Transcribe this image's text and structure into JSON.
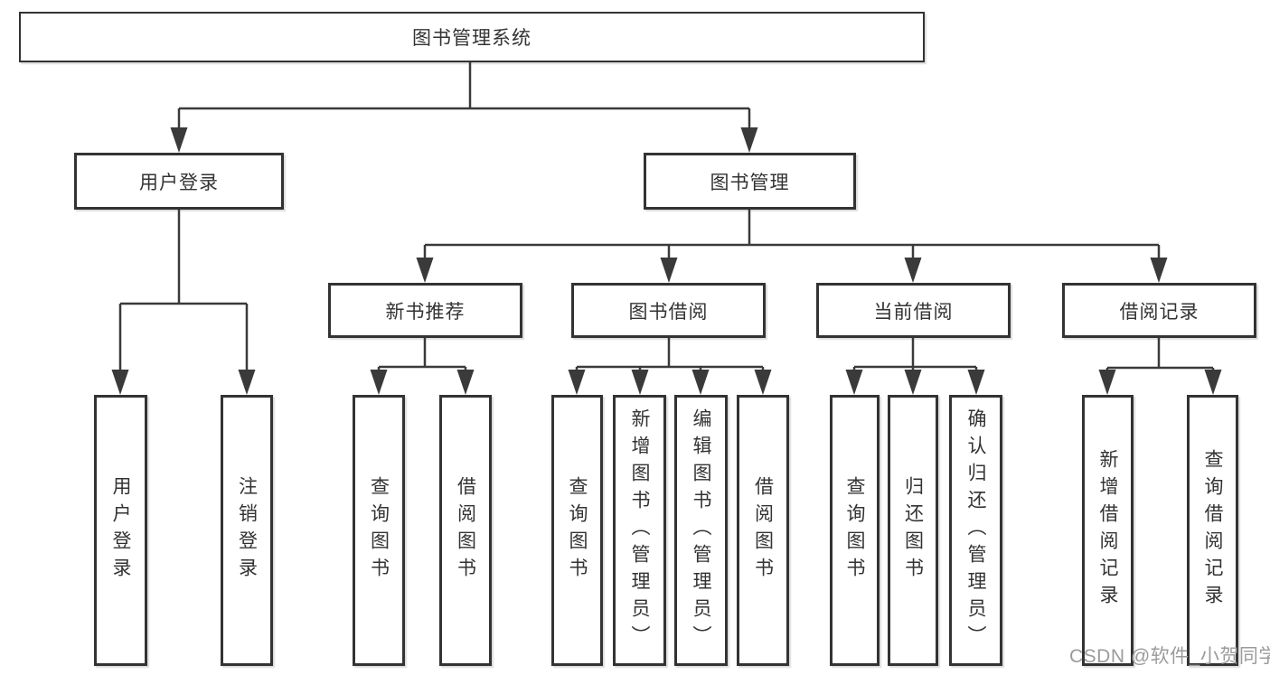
{
  "diagram": {
    "root": {
      "label": "图书管理系统"
    },
    "level2": [
      {
        "label": "用户登录"
      },
      {
        "label": "图书管理"
      }
    ],
    "level3": [
      {
        "label": "新书推荐"
      },
      {
        "label": "图书借阅"
      },
      {
        "label": "当前借阅"
      },
      {
        "label": "借阅记录"
      }
    ],
    "leaves": [
      {
        "label": "用户登录"
      },
      {
        "label": "注销登录"
      },
      {
        "label": "查询图书"
      },
      {
        "label": "借阅图书"
      },
      {
        "label": "查询图书"
      },
      {
        "label": "新增图书（管理员）"
      },
      {
        "label": "编辑图书（管理员）"
      },
      {
        "label": "借阅图书"
      },
      {
        "label": "查询图书"
      },
      {
        "label": "归还图书"
      },
      {
        "label": "确认归还（管理员）"
      },
      {
        "label": "新增借阅记录"
      },
      {
        "label": "查询借阅记录"
      }
    ],
    "watermark": "CSDN @软件_小贺同学",
    "colors": {
      "line": "#3a3a3a",
      "box_border": "#333333",
      "text": "#333333",
      "watermark": "#9b9b9b",
      "background": "#ffffff"
    }
  }
}
